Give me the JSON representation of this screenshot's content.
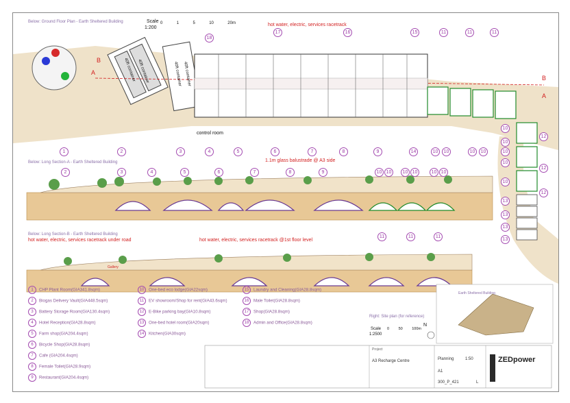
{
  "plan": {
    "title": "Below: Ground Floor Plan - Earth Sheltered Building",
    "scale_label": "Scale",
    "scale_ratio": "1:200",
    "scale_ticks": [
      "0",
      "1",
      "5",
      "10",
      "20m"
    ],
    "container_a": "40ft container",
    "container_b": "40ft container",
    "container_c": "40ft container",
    "container_d": "40ft container",
    "services_note": "hot water, electric, services racetrack",
    "control_room": "control room",
    "section_a_left": "A",
    "section_a_right": "A",
    "section_b_left": "B",
    "section_b_right": "B",
    "bottom_numbers": [
      "1",
      "2",
      "3",
      "4",
      "5",
      "6",
      "7",
      "8",
      "9",
      "14",
      "10",
      "10",
      "10",
      "10",
      "10"
    ],
    "top_numbers": [
      "18",
      "17",
      "16",
      "15",
      "11",
      "11",
      "11"
    ]
  },
  "section_a": {
    "title": "Below: Long Section-A - Earth Sheltered Building",
    "balustrade_note": "1.1m glass balustrade @ A3 side",
    "numbers": [
      "2",
      "3",
      "4",
      "5",
      "6",
      "7",
      "8",
      "9",
      "10",
      "10",
      "10",
      "10",
      "10",
      "10"
    ]
  },
  "section_b": {
    "title": "Below: Long Section-B - Earth Sheltered Building",
    "road_note": "hot water, electric, services racetrack under road",
    "floor_note": "hot water, electric, services racetrack @1st floor level",
    "numbers": [
      "11",
      "11",
      "11"
    ],
    "red_label": "Gallery"
  },
  "right_column_numbers": [
    "10",
    "12",
    "10",
    "12",
    "10",
    "10",
    "12",
    "13",
    "13",
    "13",
    "13"
  ],
  "legend": {
    "col1": [
      {
        "n": "1",
        "text": "CHP Plant Room(GIA341.8sqm)"
      },
      {
        "n": "2",
        "text": "Biogas Delivery Vault(GIA448.5sqm)"
      },
      {
        "n": "3",
        "text": "Battery Storage Room(GIA130.4sqm)"
      },
      {
        "n": "4",
        "text": "Hotel Reception(GIA28.8sqm)"
      },
      {
        "n": "5",
        "text": "Farm shop(GIA204.4sqm)"
      },
      {
        "n": "6",
        "text": "Bicycle Shop(GIA28.8sqm)"
      },
      {
        "n": "7",
        "text": "Cafe (GIA204.4sqm)"
      },
      {
        "n": "8",
        "text": "Female Toilet(GIA28.9sqm)"
      },
      {
        "n": "9",
        "text": "Restaurant(GIA204.4sqm)"
      }
    ],
    "col2": [
      {
        "n": "10",
        "text": "One-bed eco lodge(GIA22sqm)"
      },
      {
        "n": "11",
        "text": "EV showroom/Shop for rent(GIA43.6sqm)"
      },
      {
        "n": "12",
        "text": "E-Bike parking bay(GIA10.8sqm)"
      },
      {
        "n": "13",
        "text": "One-bed hotel room(GIA20sqm)"
      },
      {
        "n": "14",
        "text": "Kitchen(GIA30sqm)"
      }
    ],
    "col3": [
      {
        "n": "15",
        "text": "Laundry and Cleaning(GIA28.8sqm)"
      },
      {
        "n": "16",
        "text": "Male Toilet(GIA28.8sqm)"
      },
      {
        "n": "17",
        "text": "Shop(GIA28.8sqm)"
      },
      {
        "n": "18",
        "text": "Admin and Office(GIA28.8sqm)"
      }
    ]
  },
  "site_plan": {
    "caption": "Right: Site plan (for reference)",
    "building_label": "Earth Sheltered Building",
    "north": "N",
    "scale_label": "Scale",
    "scale_ratio": "1:2500",
    "ticks": [
      "0",
      "50",
      "100m"
    ]
  },
  "title_block": {
    "project_label": "Project",
    "project_name": "A3 Recharge Centre",
    "company": "ZEDpower",
    "status": "Planning",
    "drawing_no": "300_P_421",
    "sheet_size": "A1",
    "scale": "1:50",
    "rev": "L"
  },
  "colors": {
    "purple": "#9b3aa6",
    "red": "#d21e1e",
    "green": "#1f8a2a",
    "sand": "#efe2c9"
  }
}
